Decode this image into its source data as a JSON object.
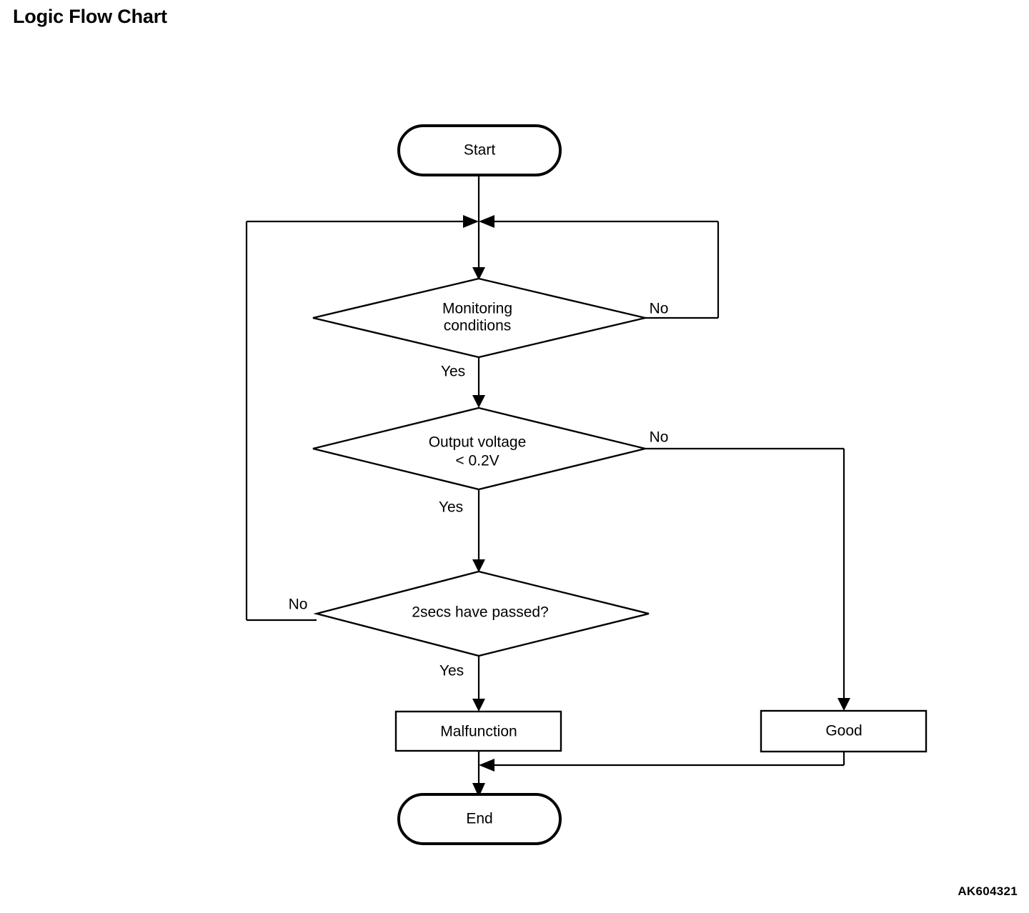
{
  "title": "Logic Flow Chart",
  "figure_code": "AK604321",
  "chart_data": {
    "type": "diagram",
    "diagram_kind": "flowchart",
    "title": "Logic Flow Chart",
    "orientation": "top-to-bottom",
    "nodes": [
      {
        "id": "start",
        "shape": "terminator",
        "label": "Start"
      },
      {
        "id": "monitoring",
        "shape": "decision",
        "label_line1": "Monitoring",
        "label_line2": "conditions",
        "label": "Monitoring conditions"
      },
      {
        "id": "voltage",
        "shape": "decision",
        "label_line1": "Output voltage",
        "label_line2": "< 0.2V",
        "label": "Output voltage < 0.2V"
      },
      {
        "id": "timer",
        "shape": "decision",
        "label": "2secs have passed?"
      },
      {
        "id": "malfunction",
        "shape": "process",
        "label": "Malfunction"
      },
      {
        "id": "good",
        "shape": "process",
        "label": "Good"
      },
      {
        "id": "end",
        "shape": "terminator",
        "label": "End"
      }
    ],
    "edges": [
      {
        "from": "start",
        "to": "monitoring",
        "label": ""
      },
      {
        "from": "monitoring",
        "to": "monitoring",
        "label": "No",
        "route": "right-loop-back-to-top-junction"
      },
      {
        "from": "monitoring",
        "to": "voltage",
        "label": "Yes"
      },
      {
        "from": "voltage",
        "to": "good",
        "label": "No",
        "route": "right-then-down"
      },
      {
        "from": "voltage",
        "to": "timer",
        "label": "Yes"
      },
      {
        "from": "timer",
        "to": "monitoring",
        "label": "No",
        "route": "left-loop-back-to-top-junction"
      },
      {
        "from": "timer",
        "to": "malfunction",
        "label": "Yes"
      },
      {
        "from": "malfunction",
        "to": "end",
        "label": ""
      },
      {
        "from": "good",
        "to": "end",
        "label": "",
        "route": "down-then-left-merge"
      }
    ],
    "labels": {
      "yes": "Yes",
      "no": "No"
    }
  },
  "colors": {
    "background": "#ffffff",
    "stroke": "#000000",
    "text": "#000000"
  }
}
